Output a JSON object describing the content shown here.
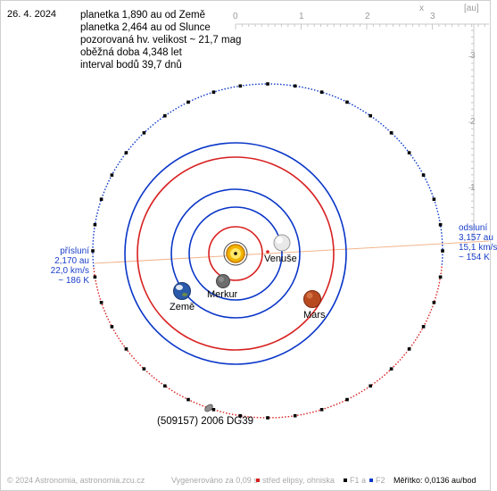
{
  "header": {
    "date": "26. 4. 2024",
    "info": [
      "planetka 1,890 au od Země",
      "planetka 2,464 au od Slunce",
      "pozorovaná hv. velikost ~ 21,7 mag",
      "oběžná doba 4,348 let",
      "interval bodů 39,7 dnů"
    ]
  },
  "axes": {
    "x_letter": "x",
    "unit": "[au]",
    "top_ticks": [
      "0",
      "1",
      "2",
      "3"
    ],
    "right_ticks": [
      "1",
      "2",
      "3"
    ]
  },
  "perihelion": [
    "přísluní",
    "2,170 au",
    "22,0 km/s",
    "~ 186 K"
  ],
  "aphelion": [
    "odsluní",
    "3,157 au",
    "15,1 km/s",
    "~ 154 K"
  ],
  "bodies": {
    "venus": "Venuše",
    "mercury": "Merkur",
    "earth": "Země",
    "mars": "Mars",
    "asteroid": "(509157) 2006 DG39"
  },
  "footer": {
    "copyright": "© 2024 Astronomia, astronomia.zcu.cz",
    "generated": "Vygenerováno za 0,09 s",
    "legend_center": "střed elipsy, ohniska",
    "legend_f1": "F1 a",
    "legend_f2": "F2",
    "scale": "Měřítko: 0,0136 au/bod"
  },
  "colors": {
    "inner_orbit": "#d82020",
    "outer_orbit": "#0a36c8",
    "apsides_line": "#f2b48c",
    "label_blue": "#1a3fc9",
    "axis_gray": "#9a9a9a"
  }
}
